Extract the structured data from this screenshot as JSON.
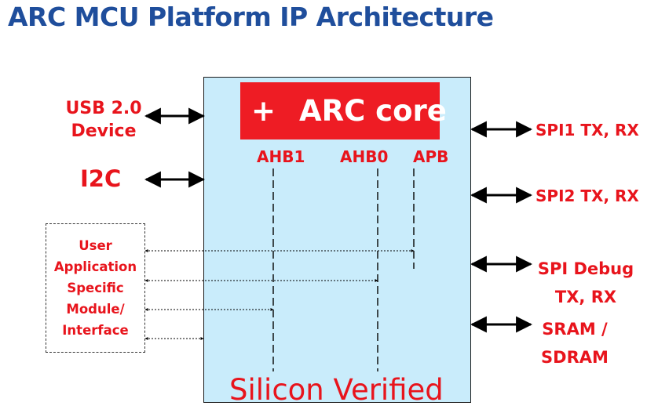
{
  "title": "ARC MCU Platform IP Architecture",
  "core": {
    "plus": "+",
    "label": "ARC core"
  },
  "buses": {
    "ahb1": "AHB1",
    "ahb0": "AHB0",
    "apb": "APB"
  },
  "left_interfaces": {
    "usb_line1": "USB 2.0",
    "usb_line2": "Device",
    "i2c": "I2C"
  },
  "user_module": {
    "lines": [
      "User",
      "Application",
      "Specific",
      "Module/",
      "Interface"
    ]
  },
  "right_interfaces": {
    "spi1": "SPI1 TX, RX",
    "spi2": "SPI2 TX, RX",
    "spi_debug_line1": "SPI Debug",
    "spi_debug_line2": "TX, RX",
    "sram_line1": "SRAM /",
    "sram_line2": "SDRAM"
  },
  "footer": "Silicon Verified",
  "colors": {
    "title": "#1f4e9c",
    "accent": "#e8141c",
    "chip_fill": "#c9ecfb",
    "core_fill": "#ee1c24"
  }
}
